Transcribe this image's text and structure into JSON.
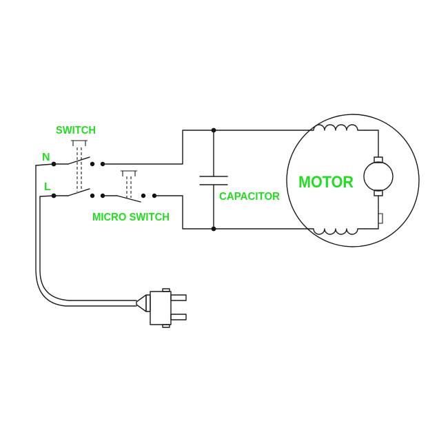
{
  "labels": {
    "switch": "SWITCH",
    "n": "N",
    "l": "L",
    "micro_switch": "MICRO SWITCH",
    "capacitor": "CAPACITOR",
    "motor": "MOTOR"
  },
  "colors": {
    "label": "#22dd22",
    "wire": "#1a1a1a",
    "background": "#ffffff"
  }
}
